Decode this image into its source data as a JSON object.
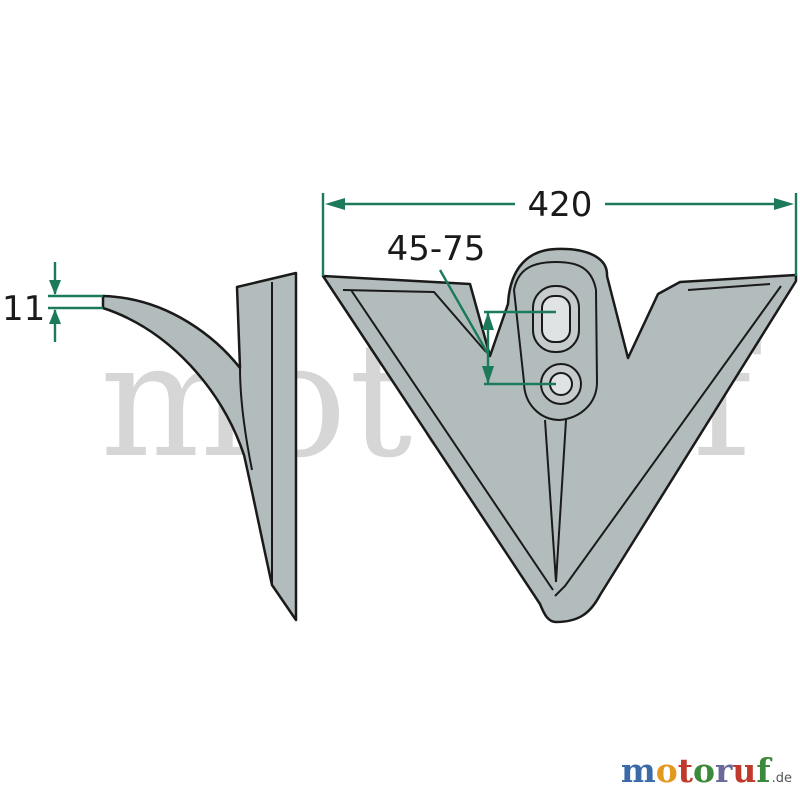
{
  "dimensions": {
    "width": "420",
    "slot_range": "45-75",
    "thickness": "11"
  },
  "watermark": "motoruf",
  "logo": {
    "letters": [
      "m",
      "o",
      "t",
      "o",
      "r",
      "u",
      "f"
    ],
    "colors": [
      "#3b6aa8",
      "#e29a1e",
      "#c0392b",
      "#3b8a3b",
      "#6a6a9a",
      "#c0392b",
      "#3b8a3b"
    ],
    "tld": ".de"
  },
  "colors": {
    "part_fill": "#b3bcbc",
    "dimension_line": "#1a7a5a",
    "outline": "#1a1a1a"
  }
}
